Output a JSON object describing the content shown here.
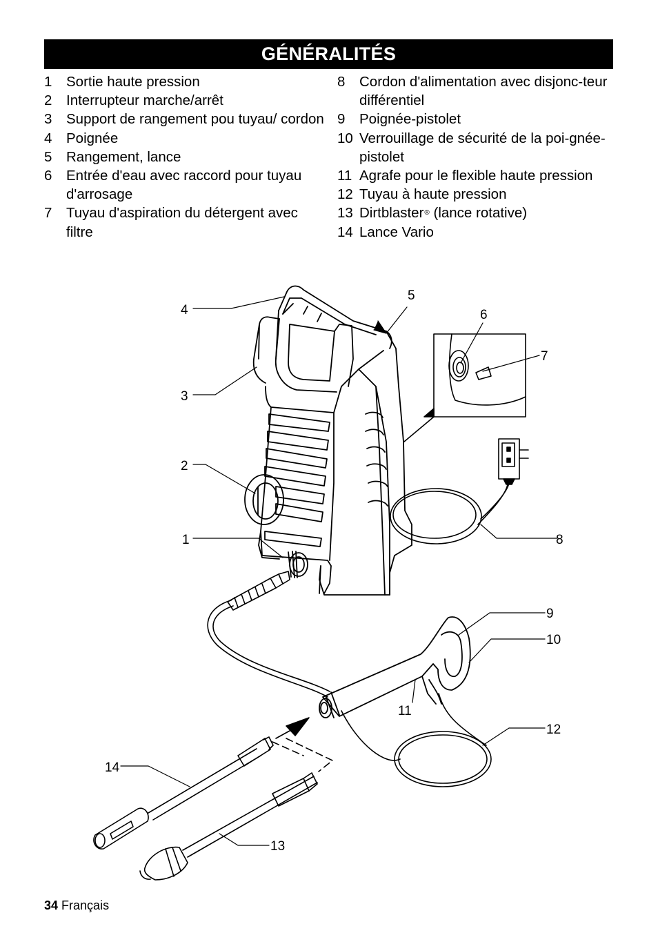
{
  "header": {
    "title": "GÉNÉRALITÉS"
  },
  "legend_left": [
    {
      "num": "1",
      "text": "Sortie haute pression"
    },
    {
      "num": "2",
      "text": "Interrupteur marche/arrêt"
    },
    {
      "num": "3",
      "text": "Support de rangement pou tuyau/ cordon"
    },
    {
      "num": "4",
      "text": "Poignée"
    },
    {
      "num": "5",
      "text": "Rangement, lance"
    },
    {
      "num": "6",
      "text": "Entrée d'eau avec raccord pour tuyau d'arrosage"
    },
    {
      "num": "7",
      "text": "Tuyau d'aspiration du détergent avec filtre"
    }
  ],
  "legend_right": [
    {
      "num": "8",
      "text": "Cordon d'alimentation avec disjonc-teur différentiel"
    },
    {
      "num": "9",
      "text": "Poignée-pistolet"
    },
    {
      "num": "10",
      "text": "Verrouillage de sécurité de la poi-gnée-pistolet"
    },
    {
      "num": "11",
      "text": "Agrafe pour le flexible haute pression"
    },
    {
      "num": "12",
      "text": "Tuyau à haute pression"
    },
    {
      "num": "13",
      "text": "Dirtblaster",
      "suffix": " (lance rotative)",
      "reg": "®"
    },
    {
      "num": "14",
      "text": "Lance Vario"
    }
  ],
  "callouts": {
    "c1": "1",
    "c2": "2",
    "c3": "3",
    "c4": "4",
    "c5": "5",
    "c6": "6",
    "c7": "7",
    "c8": "8",
    "c9": "9",
    "c10": "10",
    "c11": "11",
    "c12": "12",
    "c13": "13",
    "c14": "14"
  },
  "footer": {
    "page": "34",
    "language": "Français"
  }
}
